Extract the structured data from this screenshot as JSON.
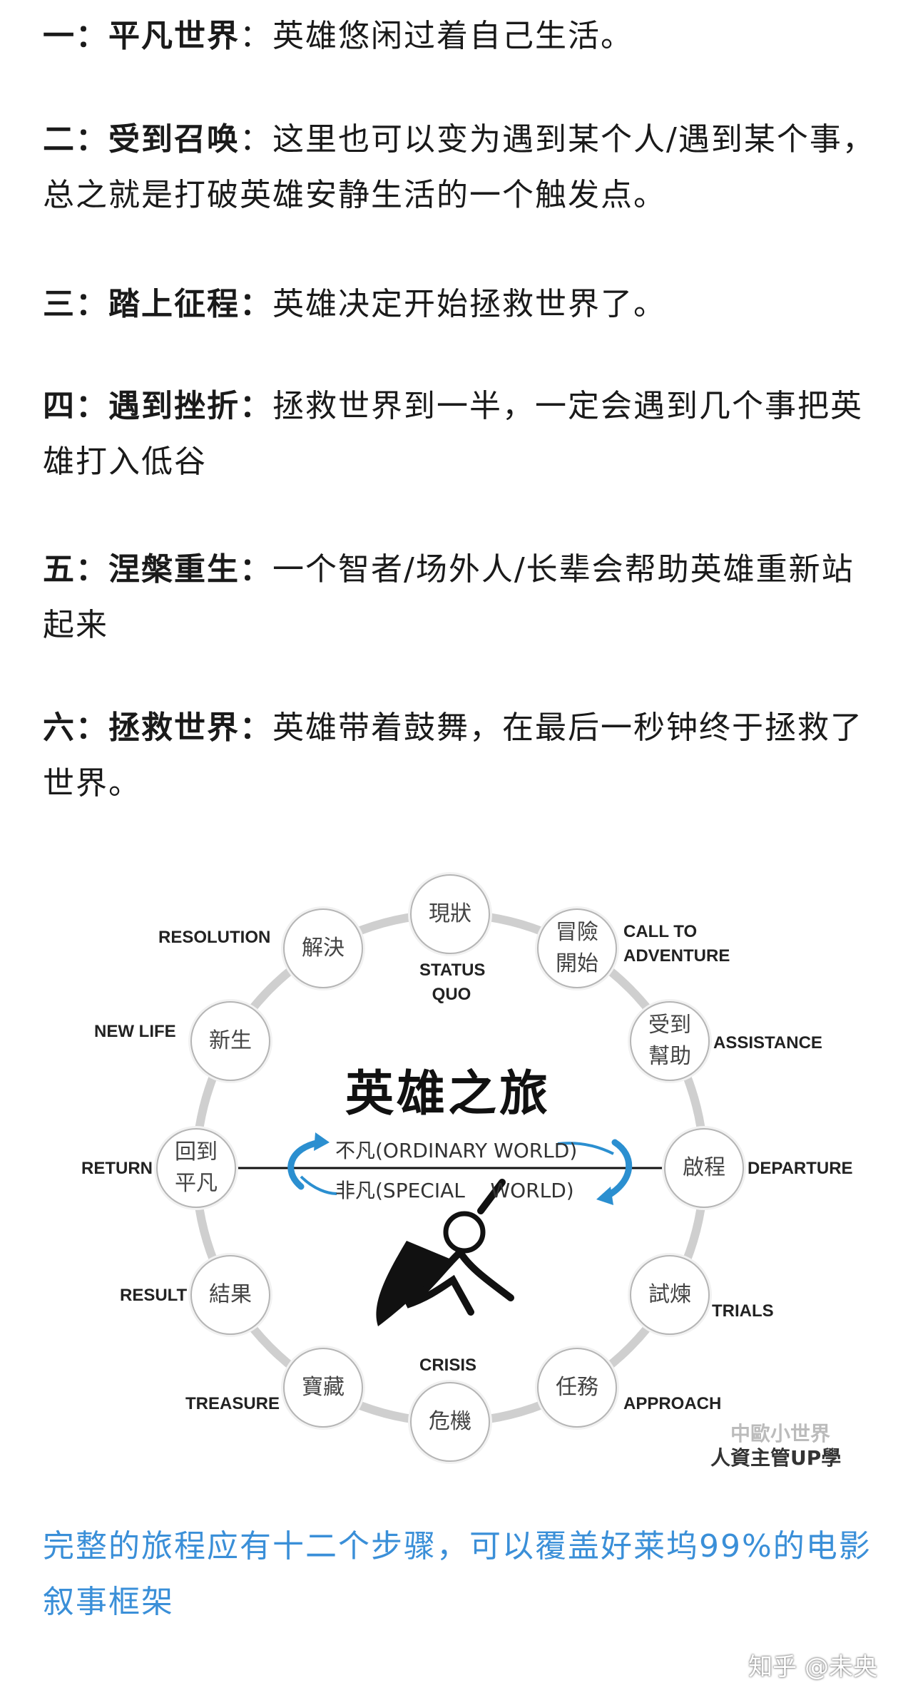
{
  "paragraphs": [
    {
      "lead": "一：平凡世界",
      "body": "：英雄悠闲过着自己生活。"
    },
    {
      "lead": "二：受到召唤",
      "body": "：这里也可以变为遇到某个人/遇到某个事，总之就是打破英雄安静生活的一个触发点。"
    },
    {
      "lead": "三：踏上征程：",
      "body": "英雄决定开始拯救世界了。"
    },
    {
      "lead": "四：遇到挫折：",
      "body": "拯救世界到一半，一定会遇到几个事把英雄打入低谷"
    },
    {
      "lead": "五：涅槃重生：",
      "body": "一个智者/场外人/长辈会帮助英雄重新站起来"
    },
    {
      "lead": "六：拯救世界：",
      "body": "英雄带着鼓舞，在最后一秒钟终于拯救了世界。"
    }
  ],
  "diagram": {
    "title": "英雄之旅",
    "ordinary": "不凡(ORDINARY WORLD)",
    "special": "非凡(SPECIAL    WORLD)",
    "ring_color": "#c8c8c8",
    "arrow_color": "#2b8fd0",
    "nodes": [
      {
        "zh": "現狀",
        "en": "STATUS\nQUO"
      },
      {
        "zh": "冒險\n開始",
        "en": "CALL TO\nADVENTURE"
      },
      {
        "zh": "受到\n幫助",
        "en": "ASSISTANCE"
      },
      {
        "zh": "啟程",
        "en": "DEPARTURE"
      },
      {
        "zh": "試煉",
        "en": "TRIALS"
      },
      {
        "zh": "任務",
        "en": "APPROACH"
      },
      {
        "zh": "危機",
        "en": "CRISIS"
      },
      {
        "zh": "寶藏",
        "en": "TREASURE"
      },
      {
        "zh": "結果",
        "en": "RESULT"
      },
      {
        "zh": "回到\n平凡",
        "en": "RETURN"
      },
      {
        "zh": "新生",
        "en": "NEW LIFE"
      },
      {
        "zh": "解決",
        "en": "RESOLUTION"
      }
    ],
    "watermark": [
      "中歐小世界",
      "人資主管UP學"
    ]
  },
  "caption": "完整的旅程应有十二个步骤，可以覆盖好莱坞99%的电影叙事框架",
  "signature": "知乎 @未央"
}
